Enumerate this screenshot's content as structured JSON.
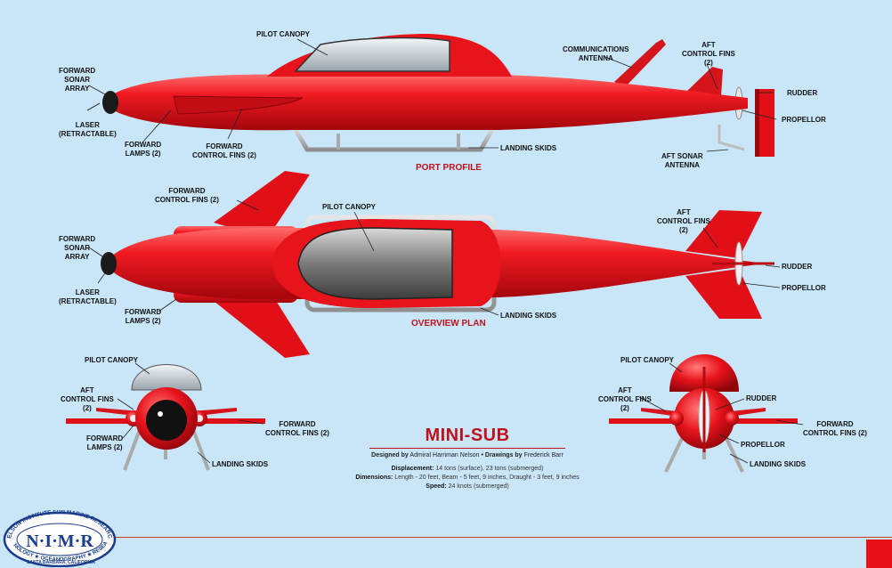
{
  "title": "MINI-SUB",
  "credits": {
    "designed_label": "Designed by",
    "designer": "Admiral Harriman Nelson",
    "separator": "•",
    "drawings_label": "Drawings by",
    "artist": "Frederick Barr"
  },
  "specs": [
    {
      "label": "Displacement:",
      "value": "14 tons (surface), 23 tons (submerged)"
    },
    {
      "label": "Dimensions:",
      "value": "Length - 20 feet, Beam - 5 feet, 9 inches, Draught - 3 feet, 9 inches"
    },
    {
      "label": "Speed:",
      "value": "24 knots (submerged)"
    }
  ],
  "views": {
    "profile": "PORT PROFILE",
    "plan": "OVERVIEW PLAN"
  },
  "labels": {
    "profile": {
      "canopy": "PILOT CANOPY",
      "comms": "COMMUNICATIONS\nANTENNA",
      "aft_fins": "AFT\nCONTROL FINS\n(2)",
      "sonar": "FORWARD\nSONAR\nARRAY",
      "rudder": "RUDDER",
      "propellor": "PROPELLOR",
      "laser": "LASER\n(RETRACTABLE)",
      "lamps": "FORWARD\nLAMPS (2)",
      "fwd_fins": "FORWARD\nCONTROL FINS (2)",
      "skids": "LANDING SKIDS",
      "aft_sonar": "AFT SONAR\nANTENNA"
    },
    "plan": {
      "fwd_fins": "FORWARD\nCONTROL FINS (2)",
      "canopy": "PILOT CANOPY",
      "aft_fins": "AFT\nCONTROL FINS\n(2)",
      "sonar": "FORWARD\nSONAR\nARRAY",
      "rudder": "RUDDER",
      "propellor": "PROPELLOR",
      "laser": "LASER\n(RETRACTABLE)",
      "lamps": "FORWARD\nLAMPS (2)",
      "skids": "LANDING SKIDS"
    },
    "front": {
      "canopy": "PILOT CANOPY",
      "aft_fins": "AFT\nCONTROL FINS\n(2)",
      "fwd_fins": "FORWARD\nCONTROL FINS (2)",
      "lamps": "FORWARD\nLAMPS (2)",
      "skids": "LANDING SKIDS"
    },
    "rear": {
      "canopy": "PILOT CANOPY",
      "aft_fins": "AFT\nCONTROL FINS\n(2)",
      "rudder": "RUDDER",
      "fwd_fins": "FORWARD\nCONTROL FINS (2)",
      "propellor": "PROPELLOR",
      "skids": "LANDING SKIDS"
    }
  },
  "logo": {
    "top_arc": "NELSON INSTITUTE FOR MARINE RESEARCH",
    "initials": "N·I·M·R",
    "bottom_arc": "TECHNOLOGY ★ OCEANOGRAPHY ★ RESEARCH",
    "location": "SANTA BARBARA, CALIFORNIA"
  },
  "colors": {
    "background": "#c9e6f9",
    "hull_red": "#e8141c",
    "title_red": "#c0111a",
    "logo_blue": "#1a3c8c"
  }
}
